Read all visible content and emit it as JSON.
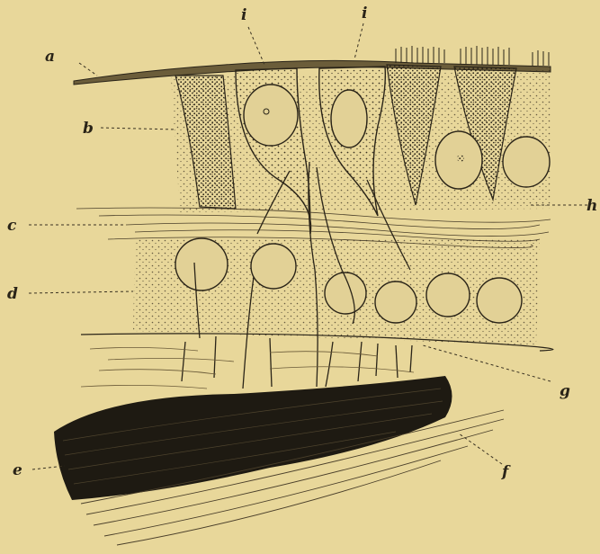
{
  "figure": {
    "labels": {
      "a": "a",
      "b": "b",
      "c": "c",
      "d": "d",
      "e": "e",
      "f": "f",
      "g": "g",
      "h": "h",
      "i1": "i",
      "i2": "i"
    }
  },
  "colors": {
    "paper": "#e8d79a",
    "ink": "#2a2418",
    "cell_fill": "#dccb8c",
    "dark_band": "#1e1a12"
  }
}
